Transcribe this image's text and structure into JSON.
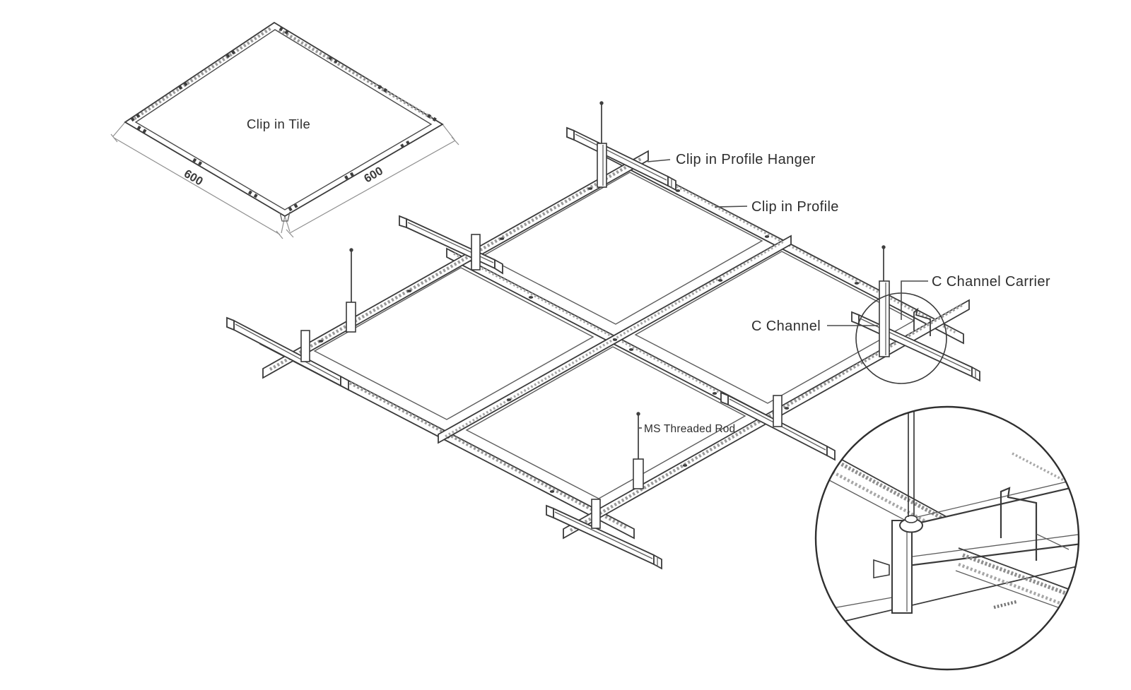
{
  "figure": {
    "background": "#ffffff",
    "line_color": "#3a3a3a",
    "texture_color": "#9a9a9a",
    "text_color": "#2e2e2e"
  },
  "tile": {
    "label": "Clip in Tile",
    "dimension_left": "600",
    "dimension_right": "600"
  },
  "grid_labels": {
    "clip_in_profile_hanger": "Clip in Profile Hanger",
    "clip_in_profile": "Clip in Profile",
    "c_channel_carrier": "C Channel Carrier",
    "c_channel": "C Channel",
    "ms_threaded_rod": "MS Threaded Rod"
  }
}
